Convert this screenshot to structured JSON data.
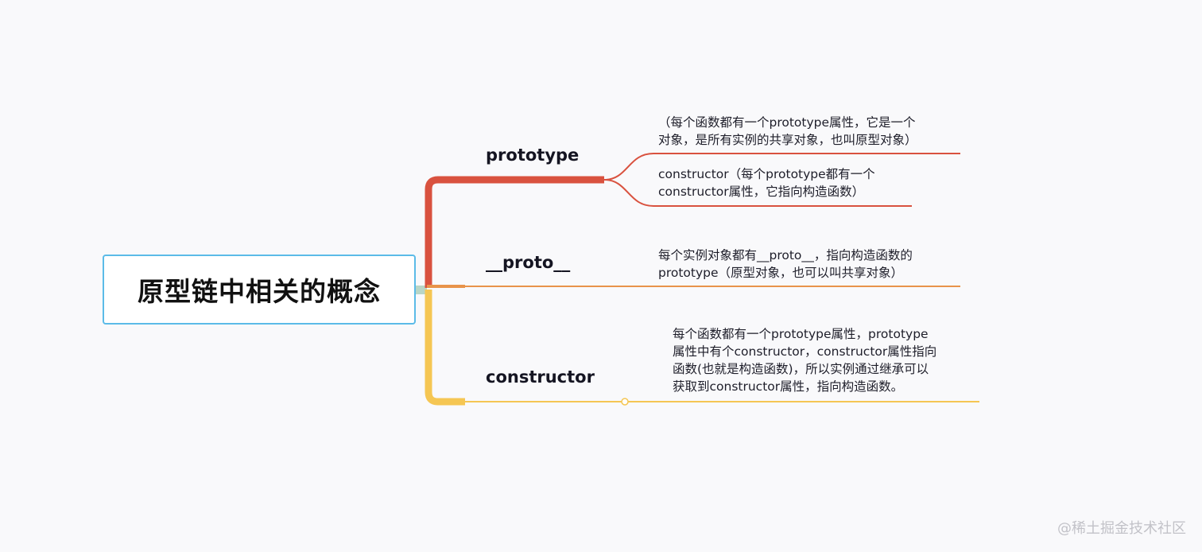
{
  "root": {
    "title": "原型链中相关的概念"
  },
  "branches": [
    {
      "label": "prototype",
      "color": "#d9523f",
      "leaves": [
        {
          "lines": [
            "（每个函数都有一个prototype属性，它是一个",
            "对象，是所有实例的共享对象，也叫原型对象）"
          ]
        },
        {
          "lines": [
            "constructor（每个prototype都有一个",
            "constructor属性，它指向构造函数）"
          ]
        }
      ]
    },
    {
      "label": "__proto__",
      "color": "#e8934a",
      "leaves": [
        {
          "lines": [
            "每个实例对象都有__proto__，指向构造函数的",
            "prototype（原型对象，也可以叫共享对象）"
          ]
        }
      ]
    },
    {
      "label": "constructor",
      "color": "#f5c653",
      "leaves": [
        {
          "lines": [
            "每个函数都有一个prototype属性，prototype",
            "属性中有个constructor，constructor属性指向",
            "函数(也就是构造函数)，所以实例通过继承可以",
            "获取到constructor属性，指向构造函数。"
          ]
        }
      ]
    }
  ],
  "watermark": "@稀土掘金技术社区"
}
